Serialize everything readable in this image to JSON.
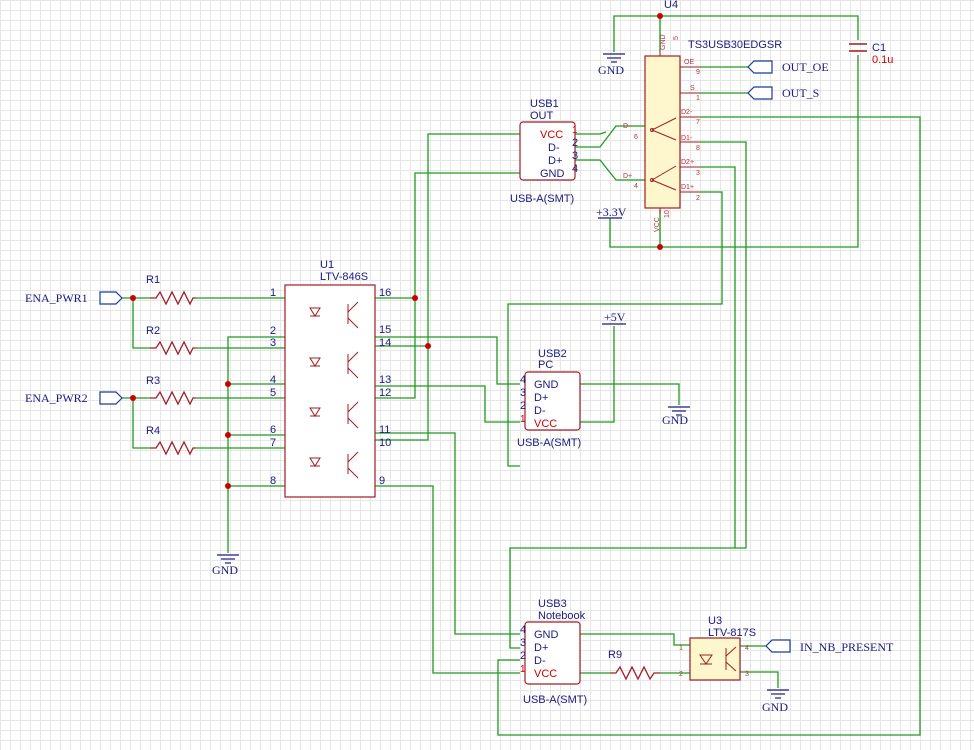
{
  "components": {
    "u4": {
      "ref": "U4",
      "part": "TS3USB30EDGSR",
      "pins": {
        "gnd": "GND",
        "gnd_num": "5",
        "oe": "OE",
        "oe_num": "9",
        "s": "S",
        "s_num": "1",
        "d_minus": "D-",
        "d_minus_num": "6",
        "d_plus": "D+",
        "d_plus_num": "4",
        "d2m": "D2-",
        "d2m_num": "7",
        "d1m": "D1-",
        "d1m_num": "8",
        "d2p": "D2+",
        "d2p_num": "3",
        "d1p": "D1+",
        "d1p_num": "2",
        "vcc": "VCC",
        "vcc_num": "10"
      }
    },
    "c1": {
      "ref": "C1",
      "value": "0.1u"
    },
    "usb1": {
      "ref": "USB1",
      "sub": "OUT",
      "footprint": "USB-A(SMT)",
      "pins": [
        {
          "name": "VCC",
          "num": "1"
        },
        {
          "name": "D-",
          "num": "2"
        },
        {
          "name": "D+",
          "num": "3"
        },
        {
          "name": "GND",
          "num": "4"
        }
      ]
    },
    "usb2": {
      "ref": "USB2",
      "sub": "PC",
      "footprint": "USB-A(SMT)",
      "pins": [
        {
          "name": "GND",
          "num": "4"
        },
        {
          "name": "D+",
          "num": "3"
        },
        {
          "name": "D-",
          "num": "2"
        },
        {
          "name": "VCC",
          "num": "1"
        }
      ]
    },
    "usb3": {
      "ref": "USB3",
      "sub": "Notebook",
      "footprint": "USB-A(SMT)",
      "pins": [
        {
          "name": "GND",
          "num": "4"
        },
        {
          "name": "D+",
          "num": "3"
        },
        {
          "name": "D-",
          "num": "2"
        },
        {
          "name": "VCC",
          "num": "1"
        }
      ]
    },
    "u1": {
      "ref": "U1",
      "part": "LTV-846S",
      "left_pins": [
        "1",
        "2",
        "3",
        "4",
        "5",
        "6",
        "7",
        "8"
      ],
      "right_pins": [
        "16",
        "15",
        "14",
        "13",
        "12",
        "11",
        "10",
        "9"
      ]
    },
    "u3": {
      "ref": "U3",
      "part": "LTV-817S",
      "pins": [
        "1",
        "2",
        "4",
        "3"
      ]
    },
    "r1": {
      "ref": "R1"
    },
    "r2": {
      "ref": "R2"
    },
    "r3": {
      "ref": "R3"
    },
    "r4": {
      "ref": "R4"
    },
    "r9": {
      "ref": "R9"
    }
  },
  "nets": {
    "ena_pwr1": "ENA_PWR1",
    "ena_pwr2": "ENA_PWR2",
    "out_oe": "OUT_OE",
    "out_s": "OUT_S",
    "in_nb_present": "IN_NB_PRESENT",
    "gnd": "GND",
    "p3v3": "+3.3V",
    "p5v": "+5V"
  },
  "colors": {
    "wire": "#1f9a1f",
    "symbol": "#a11d25",
    "junction": "#cc0000",
    "ic_fill": "#fff7cc",
    "text": "#1a1a80",
    "port": "#1a3aa0"
  }
}
